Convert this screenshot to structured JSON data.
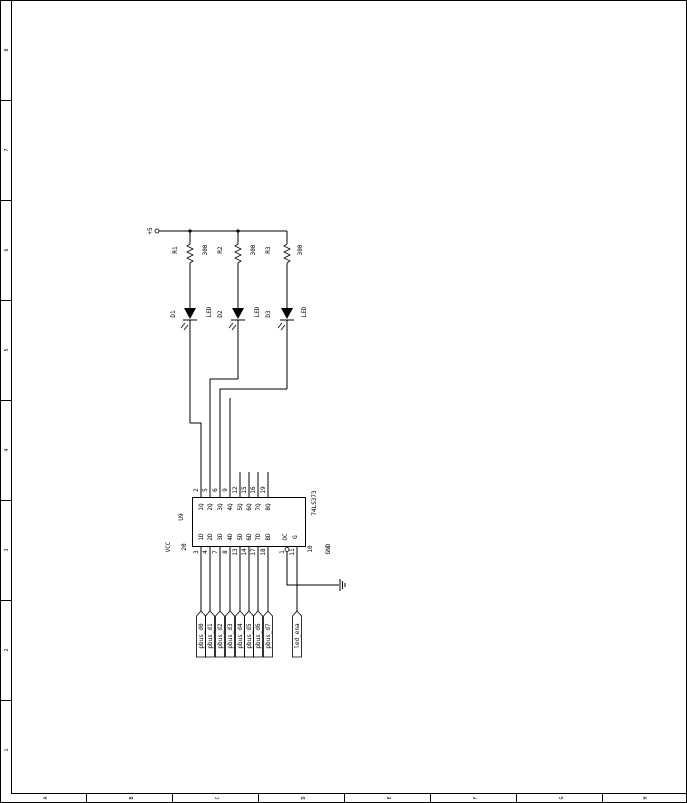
{
  "frame": {
    "row_labels": [
      "8",
      "7",
      "6",
      "5",
      "4",
      "3",
      "2",
      "1"
    ],
    "col_labels": [
      "A",
      "B",
      "C",
      "D",
      "E",
      "F",
      "G",
      "H"
    ]
  },
  "power": {
    "vplus_label": "+5"
  },
  "resistors": [
    {
      "ref": "R1",
      "value": "300"
    },
    {
      "ref": "R2",
      "value": "300"
    },
    {
      "ref": "R3",
      "value": "300"
    }
  ],
  "leds": [
    {
      "ref": "D1",
      "value": "LED"
    },
    {
      "ref": "D2",
      "value": "LED"
    },
    {
      "ref": "D3",
      "value": "LED"
    }
  ],
  "ic": {
    "ref": "U9",
    "part": "74LS373",
    "inputs": [
      {
        "name": "1D",
        "pin": "3"
      },
      {
        "name": "2D",
        "pin": "4"
      },
      {
        "name": "3D",
        "pin": "7"
      },
      {
        "name": "4D",
        "pin": "8"
      },
      {
        "name": "5D",
        "pin": "13"
      },
      {
        "name": "6D",
        "pin": "14"
      },
      {
        "name": "7D",
        "pin": "17"
      },
      {
        "name": "8D",
        "pin": "18"
      }
    ],
    "outputs": [
      {
        "name": "1Q",
        "pin": "2"
      },
      {
        "name": "2Q",
        "pin": "5"
      },
      {
        "name": "3Q",
        "pin": "6"
      },
      {
        "name": "4Q",
        "pin": "9"
      },
      {
        "name": "5Q",
        "pin": "12"
      },
      {
        "name": "6Q",
        "pin": "15"
      },
      {
        "name": "7Q",
        "pin": "16"
      },
      {
        "name": "8Q",
        "pin": "19"
      }
    ],
    "oc": {
      "name": "OC",
      "pin": "1"
    },
    "g": {
      "name": "G",
      "pin": "11"
    },
    "vcc": {
      "name": "VCC",
      "pin": "20"
    },
    "gnd": {
      "name": "GND",
      "pin": "10"
    }
  },
  "bus_ports": [
    "pbus_d0",
    "pbus_d1",
    "pbus_d2",
    "pbus_d3",
    "pbus_d4",
    "pbus_d5",
    "pbus_d6",
    "pbus_d7"
  ],
  "enable_port": "led_ena"
}
